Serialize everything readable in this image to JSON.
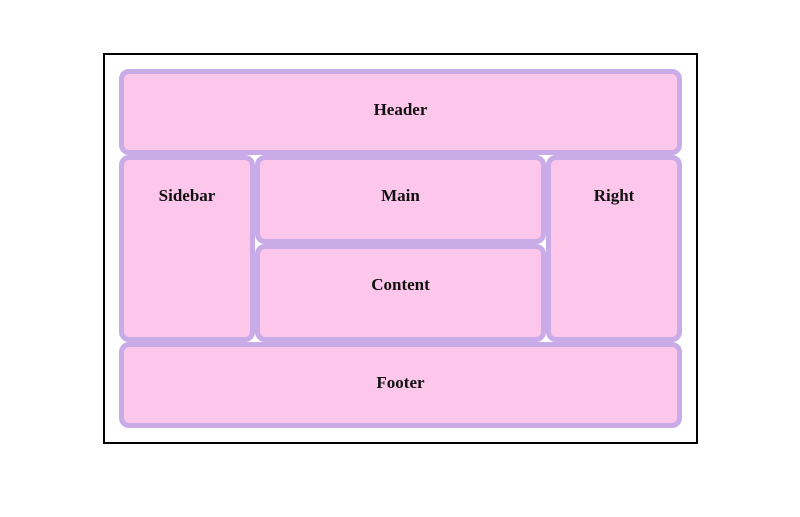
{
  "layout_demo": {
    "regions": {
      "header": {
        "label": "Header"
      },
      "sidebar": {
        "label": "Sidebar"
      },
      "main": {
        "label": "Main"
      },
      "right": {
        "label": "Right"
      },
      "content": {
        "label": "Content"
      },
      "footer": {
        "label": "Footer"
      }
    },
    "colors": {
      "box_fill": "#fcc7eb",
      "box_border": "#c9abe8",
      "frame_border": "#000000",
      "background": "#ffffff",
      "text": "#111111"
    }
  }
}
